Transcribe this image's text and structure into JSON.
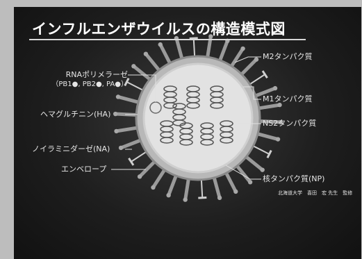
{
  "title": "インフルエンザウイルスの構造模式図",
  "labels": {
    "rna_polymerase_line1": "RNAポリメラーゼ",
    "rna_polymerase_line2": "（PB1●, PB2●, PA●）",
    "hemagglutinin": "ヘマグルチニン(HA)",
    "neuraminidase": "ノイラミニダーゼ(NA)",
    "envelope": "エンベロープ",
    "m2_protein": "M2タンパク質",
    "m1_protein": "M1タンパク質",
    "ns2_protein": "NS2タンパク質",
    "nucleoprotein": "核タンパク質(NP)"
  },
  "credit": "北海道大学　喜田　宏 先生　監修",
  "colors": {
    "background": "#1e1e1e",
    "page": "#bdbdbd",
    "virion": "#d9d9d9",
    "spike": "#9a9a9a",
    "text": "#e6e6e6"
  }
}
